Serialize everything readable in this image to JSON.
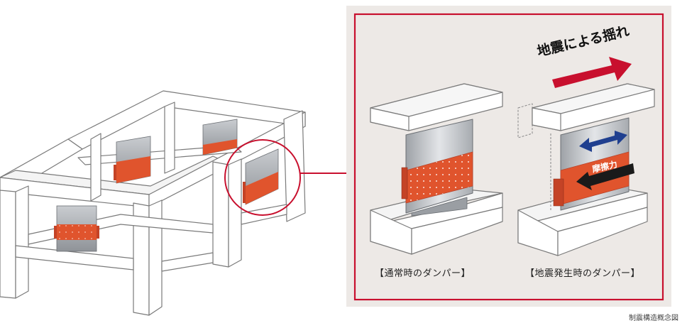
{
  "captions": {
    "normal": "【通常時のダンパー】",
    "earthquake": "【地震発生時のダンパー】"
  },
  "labels": {
    "shaking": "地震による揺れ",
    "friction": "摩擦力"
  },
  "footnote": "制震構造概念図",
  "colors": {
    "panel_fill": "#ede9e6",
    "panel_border": "#c8102e",
    "damper_orange": "#e0542d",
    "damper_gray": "#b9bcc0",
    "arrow_red": "#c8102e",
    "arrow_blue": "#1f3f8f",
    "frame_stroke": "#7a7a7a"
  }
}
